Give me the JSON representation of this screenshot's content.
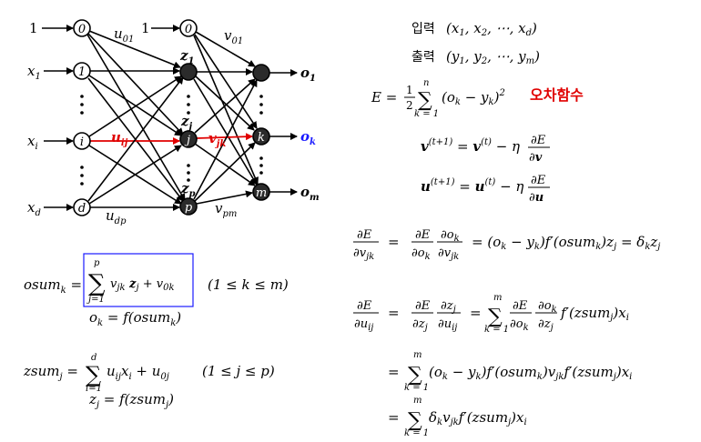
{
  "network": {
    "input_bias_value": "1",
    "hidden_bias_value": "1",
    "input_labels": [
      "x",
      "x",
      "x"
    ],
    "input_subs": [
      "1",
      "i",
      "d"
    ],
    "input_node_labels": [
      "0",
      "1",
      "i",
      "d"
    ],
    "hidden_labels": [
      "z",
      "z",
      "z"
    ],
    "hidden_subs": [
      "1",
      "j",
      "p"
    ],
    "hidden_node_labels": [
      "0",
      "",
      "j",
      "p"
    ],
    "output_node_labels": [
      "",
      "k",
      "m"
    ],
    "output_labels": [
      "o",
      "o",
      "o"
    ],
    "output_subs": [
      "1",
      "k",
      "m"
    ],
    "weight_u01": "u",
    "weight_u01_sub": "01",
    "weight_uij": "u",
    "weight_uij_sub": "ij",
    "weight_udp": "u",
    "weight_udp_sub": "dp",
    "weight_v01": "v",
    "weight_v01_sub": "01",
    "weight_vjk": "v",
    "weight_vjk_sub": "jk",
    "weight_vpm": "v",
    "weight_vpm_sub": "pm",
    "colors": {
      "highlight": "#e00000",
      "output_k": "#1a1aff",
      "box": "#1a1aff"
    }
  },
  "text": {
    "input_korean": "입력",
    "input_tuple": "(x1, x2, ⋯, xd)",
    "output_korean": "출력",
    "output_tuple": "(y1, y2, ⋯, ym)",
    "error_korean": "오차함수",
    "osum_range": "(1 ≤ k ≤ m)",
    "zsum_range": "(1 ≤ j ≤ p)",
    "ok_eq": "ok = f(osumk)",
    "zj_eq": "zj = f(zsumj)"
  }
}
